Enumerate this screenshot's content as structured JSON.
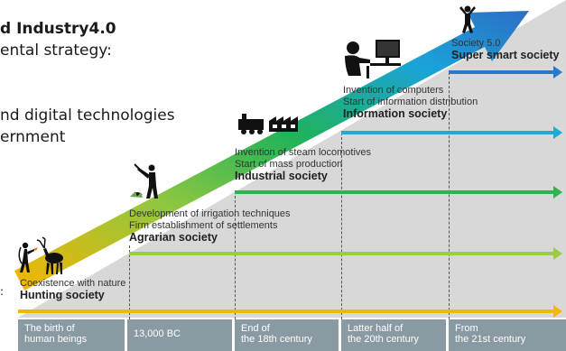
{
  "left_text": {
    "line1": "d Industry4.0",
    "line2": "ental strategy:",
    "line3": "nd digital technologies",
    "line4": "ernment",
    "colon": ":"
  },
  "societies": [
    {
      "name": "Hunting society",
      "description": [
        "Coexistence with nature"
      ],
      "period": [
        "The birth of",
        "human beings"
      ],
      "arrow_color": "#f4b800"
    },
    {
      "name": "Agrarian society",
      "description": [
        "Development of irrigation techniques",
        "Firm establishment of settlements"
      ],
      "period": [
        "13,000 BC"
      ],
      "arrow_color": "#9ccc45"
    },
    {
      "name": "Industrial society",
      "description": [
        "Invention of steam locomotives",
        "Start of mass production"
      ],
      "period": [
        "End of",
        "the 18th century"
      ],
      "arrow_color": "#2fb350"
    },
    {
      "name": "Information society",
      "description": [
        "Invention of computers",
        "Start of information distribution"
      ],
      "period": [
        "Latter half of",
        "the 20th century"
      ],
      "arrow_color": "#1ea9d6"
    },
    {
      "name": "Super smart society",
      "description": [
        "Society 5.0"
      ],
      "period": [
        "From",
        "the 21st century"
      ],
      "arrow_color": "#2a78c8"
    }
  ],
  "icons": [
    "hunter-deer-icon",
    "farmer-icon",
    "factory-train-icon",
    "computer-user-icon",
    "jumping-person-icon"
  ]
}
